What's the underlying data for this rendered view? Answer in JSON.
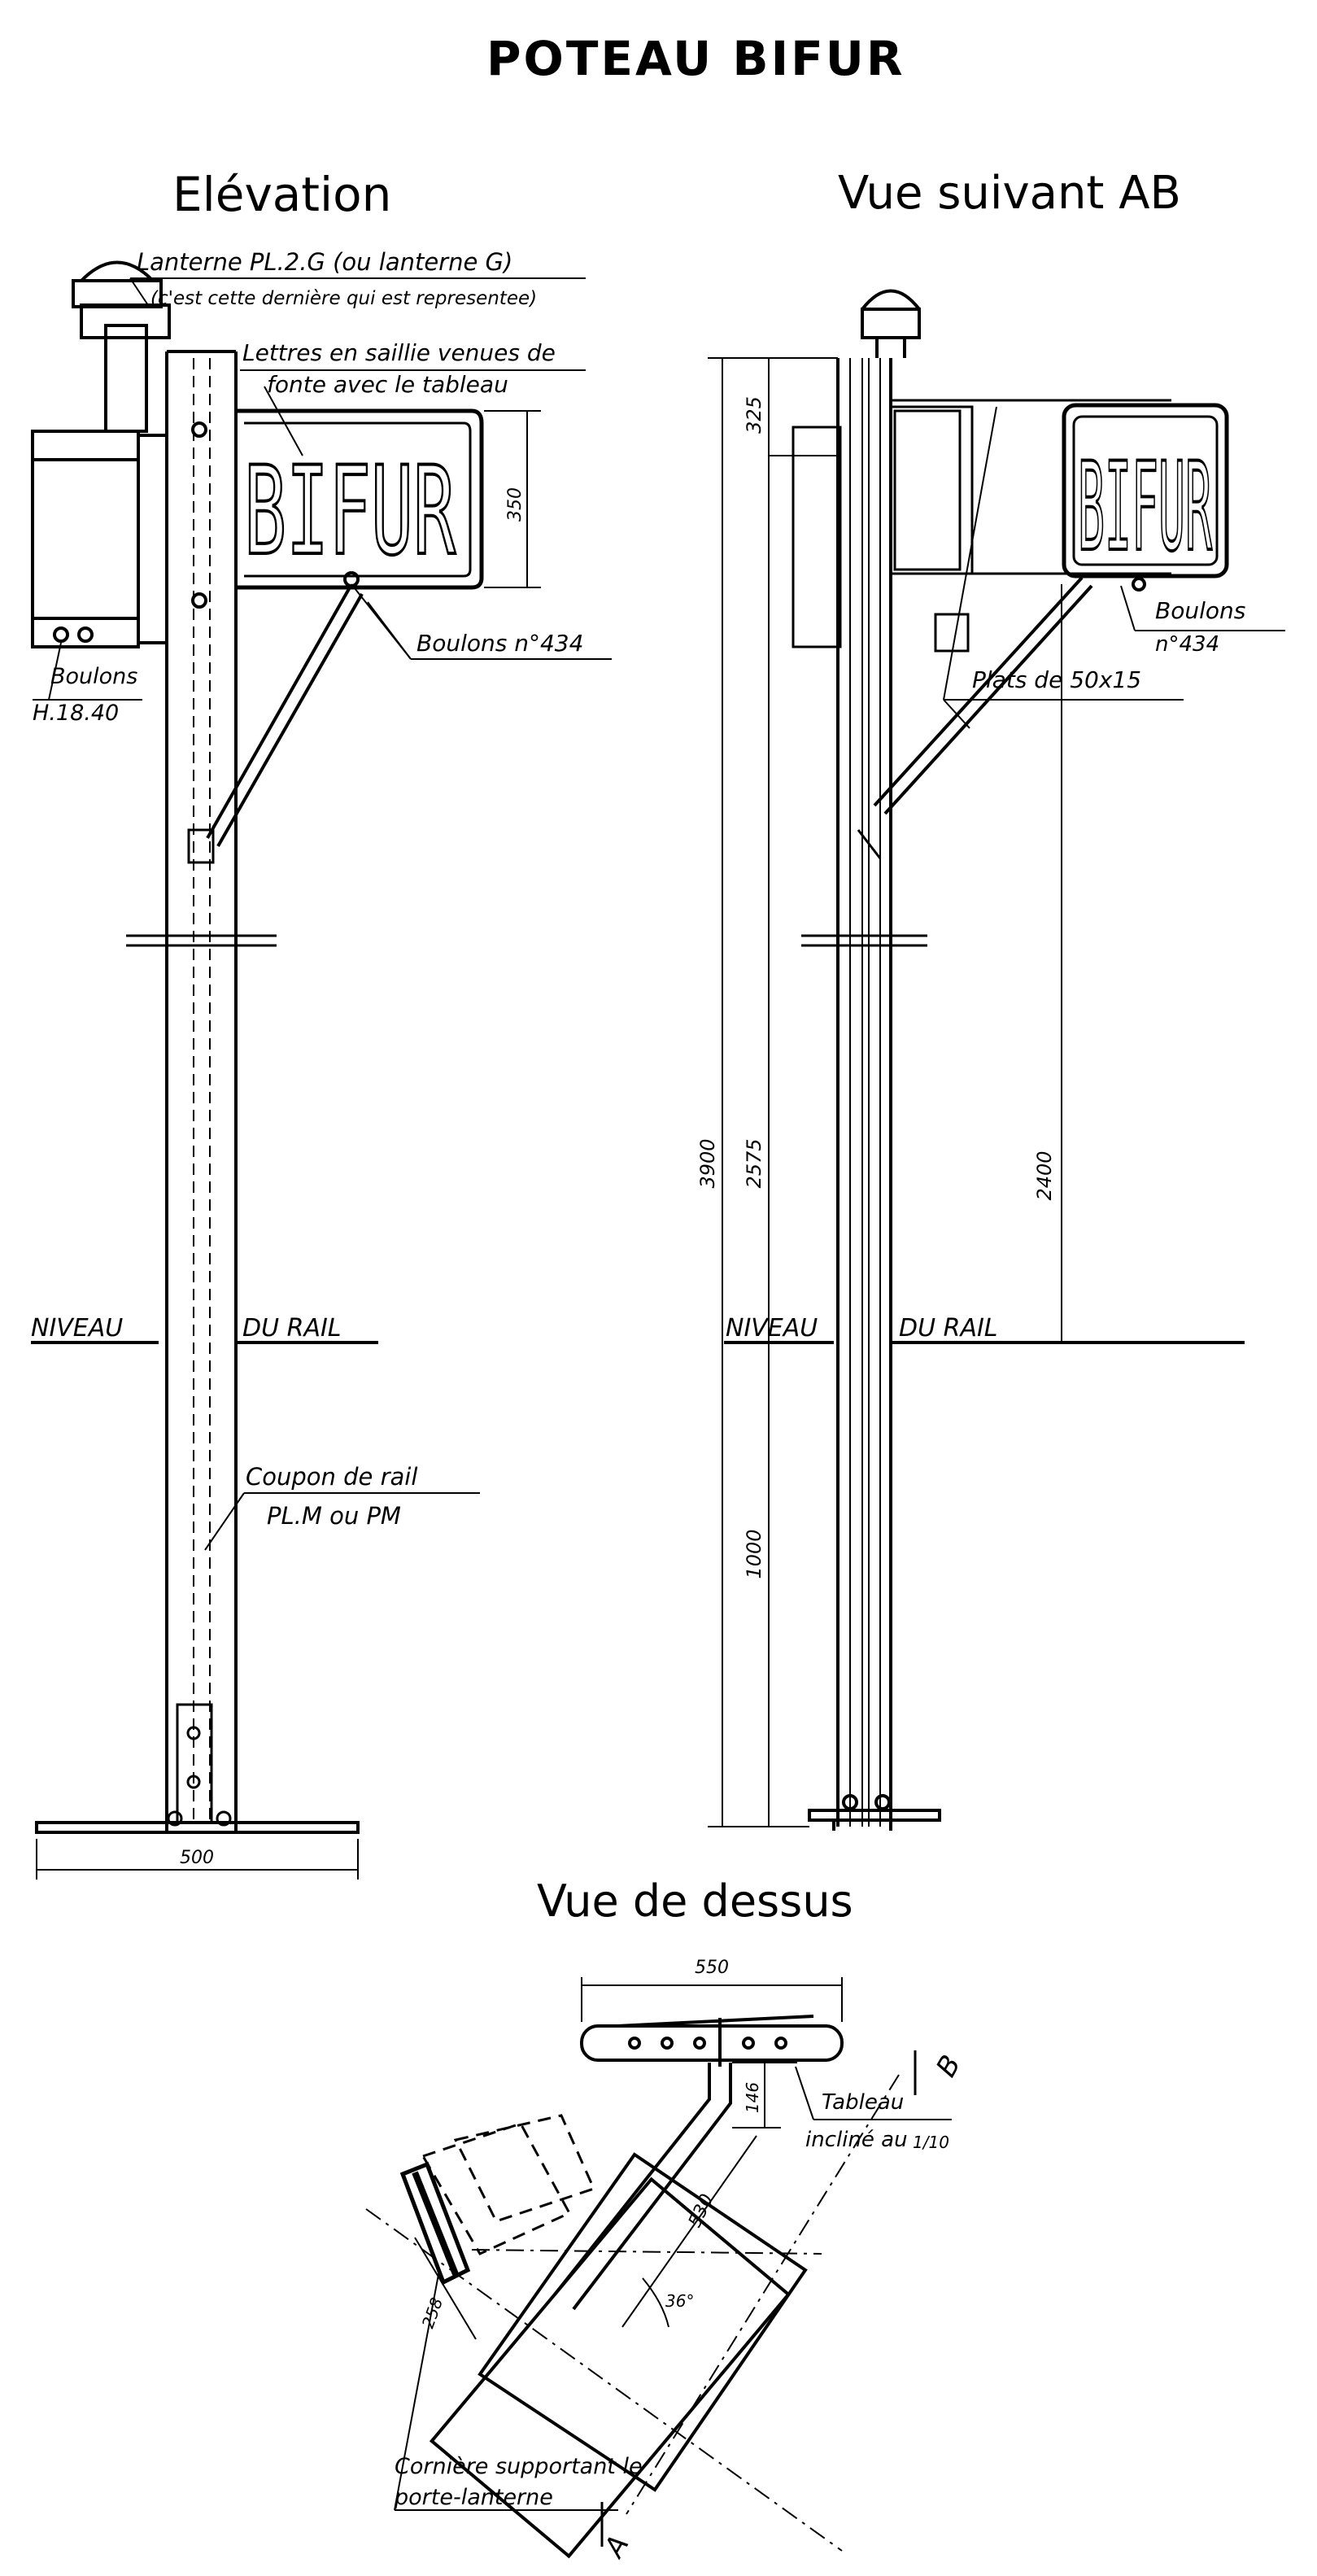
{
  "title": "POTEAU BIFUR",
  "views": {
    "elevation": "Elévation",
    "ab": "Vue suivant AB",
    "top": "Vue de dessus"
  },
  "sign_text": "BIFUR",
  "labels": {
    "lanterne_1": "Lanterne PL.2.G (ou lanterne G)",
    "lanterne_2": "(c'est cette dernière qui est representee)",
    "lettres_1": "Lettres en saillie venues de",
    "lettres_2": "fonte avec le tableau",
    "boulons_434": "Boulons n°434",
    "boulons_h": "Boulons",
    "boulons_h2": "H.18.40",
    "niveau": "NIVEAU",
    "du_rail": "DU RAIL",
    "coupon_1": "Coupon de rail",
    "coupon_2": "PL.M ou PM",
    "boulons_ab_1": "Boulons",
    "boulons_ab_2": "n°434",
    "plats": "Plats de 50x15",
    "tableau_1": "Tableau",
    "tableau_2": "incliné au",
    "tableau_frac": "1/10",
    "corniere_1": "Cornière supportant le",
    "corniere_2": "porte-lanterne"
  },
  "dimensions": {
    "d350": "350",
    "d325": "325",
    "d3900": "3900",
    "d2575": "2575",
    "d2400": "2400",
    "d1000": "1000",
    "d500": "500",
    "d550": "550",
    "d146": "146",
    "d530": "530",
    "d258": "258",
    "a36": "36°",
    "section_a": "A",
    "section_b": "B"
  }
}
